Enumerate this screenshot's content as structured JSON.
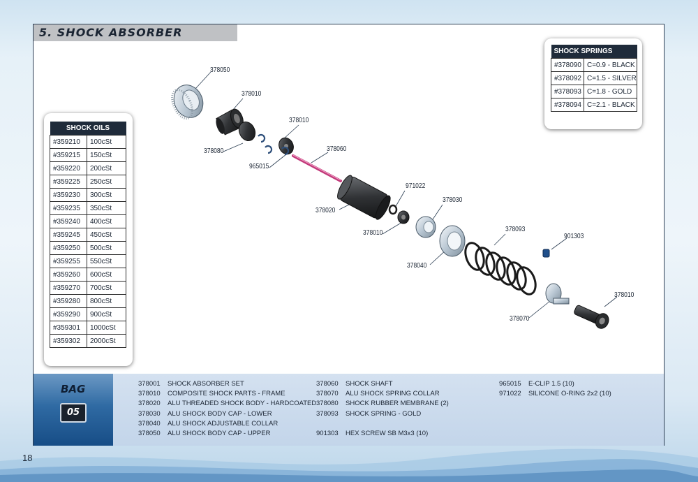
{
  "page": {
    "title": "5. SHOCK ABSORBER",
    "page_number": "18"
  },
  "part_labels": {
    "p378050": "378050",
    "p378010a": "378010",
    "p378010b": "378010",
    "p378080": "378080",
    "p965015": "965015",
    "p378060": "378060",
    "p971022": "971022",
    "p378020": "378020",
    "p378030": "378030",
    "p378010c": "378010",
    "p378093": "378093",
    "p901303": "901303",
    "p378040": "378040",
    "p378010d": "378010",
    "p378070": "378070"
  },
  "shock_oils": {
    "header": "SHOCK OILS",
    "rows": [
      {
        "code": "#359210",
        "value": "100cSt"
      },
      {
        "code": "#359215",
        "value": "150cSt"
      },
      {
        "code": "#359220",
        "value": "200cSt"
      },
      {
        "code": "#359225",
        "value": "250cSt"
      },
      {
        "code": "#359230",
        "value": "300cSt"
      },
      {
        "code": "#359235",
        "value": "350cSt"
      },
      {
        "code": "#359240",
        "value": "400cSt"
      },
      {
        "code": "#359245",
        "value": "450cSt"
      },
      {
        "code": "#359250",
        "value": "500cSt"
      },
      {
        "code": "#359255",
        "value": "550cSt"
      },
      {
        "code": "#359260",
        "value": "600cSt"
      },
      {
        "code": "#359270",
        "value": "700cSt"
      },
      {
        "code": "#359280",
        "value": "800cSt"
      },
      {
        "code": "#359290",
        "value": "900cSt"
      },
      {
        "code": "#359301",
        "value": "1000cSt"
      },
      {
        "code": "#359302",
        "value": "2000cSt"
      }
    ]
  },
  "shock_springs": {
    "header": "SHOCK SPRINGS",
    "rows": [
      {
        "code": "#378090",
        "value": "C=0.9 - BLACK"
      },
      {
        "code": "#378092",
        "value": "C=1.5 - SILVER"
      },
      {
        "code": "#378093",
        "value": "C=1.8 - GOLD"
      },
      {
        "code": "#378094",
        "value": "C=2.1 - BLACK"
      }
    ]
  },
  "bag": {
    "label": "BAG",
    "number": "05"
  },
  "parts_list": {
    "col1": [
      {
        "code": "378001",
        "name": "SHOCK ABSORBER SET"
      },
      {
        "code": "378010",
        "name": "COMPOSITE SHOCK PARTS - FRAME"
      },
      {
        "code": "378020",
        "name": "ALU THREADED SHOCK BODY - HARDCOATED"
      },
      {
        "code": "378030",
        "name": "ALU SHOCK BODY CAP - LOWER"
      },
      {
        "code": "378040",
        "name": "ALU SHOCK ADJUSTABLE COLLAR"
      },
      {
        "code": "378050",
        "name": "ALU SHOCK BODY CAP - UPPER"
      }
    ],
    "col2": [
      {
        "code": "378060",
        "name": "SHOCK SHAFT"
      },
      {
        "code": "378070",
        "name": "ALU SHOCK SPRING COLLAR"
      },
      {
        "code": "378080",
        "name": "SHOCK RUBBER MEMBRANE (2)"
      },
      {
        "code": "378093",
        "name": "SHOCK SPRING - GOLD"
      },
      {
        "code": "",
        "name": ""
      },
      {
        "code": "901303",
        "name": "HEX SCREW SB M3x3  (10)"
      }
    ],
    "col3": [
      {
        "code": "965015",
        "name": "E-CLIP 1.5  (10)"
      },
      {
        "code": "971022",
        "name": "SILICONE O-RING 2x2  (10)"
      }
    ]
  },
  "colors": {
    "frame_border": "#2c3e54",
    "table_header_bg": "#1f2b3a",
    "shaft": "#c23a7a",
    "bag_side": "#2f6aa3"
  }
}
